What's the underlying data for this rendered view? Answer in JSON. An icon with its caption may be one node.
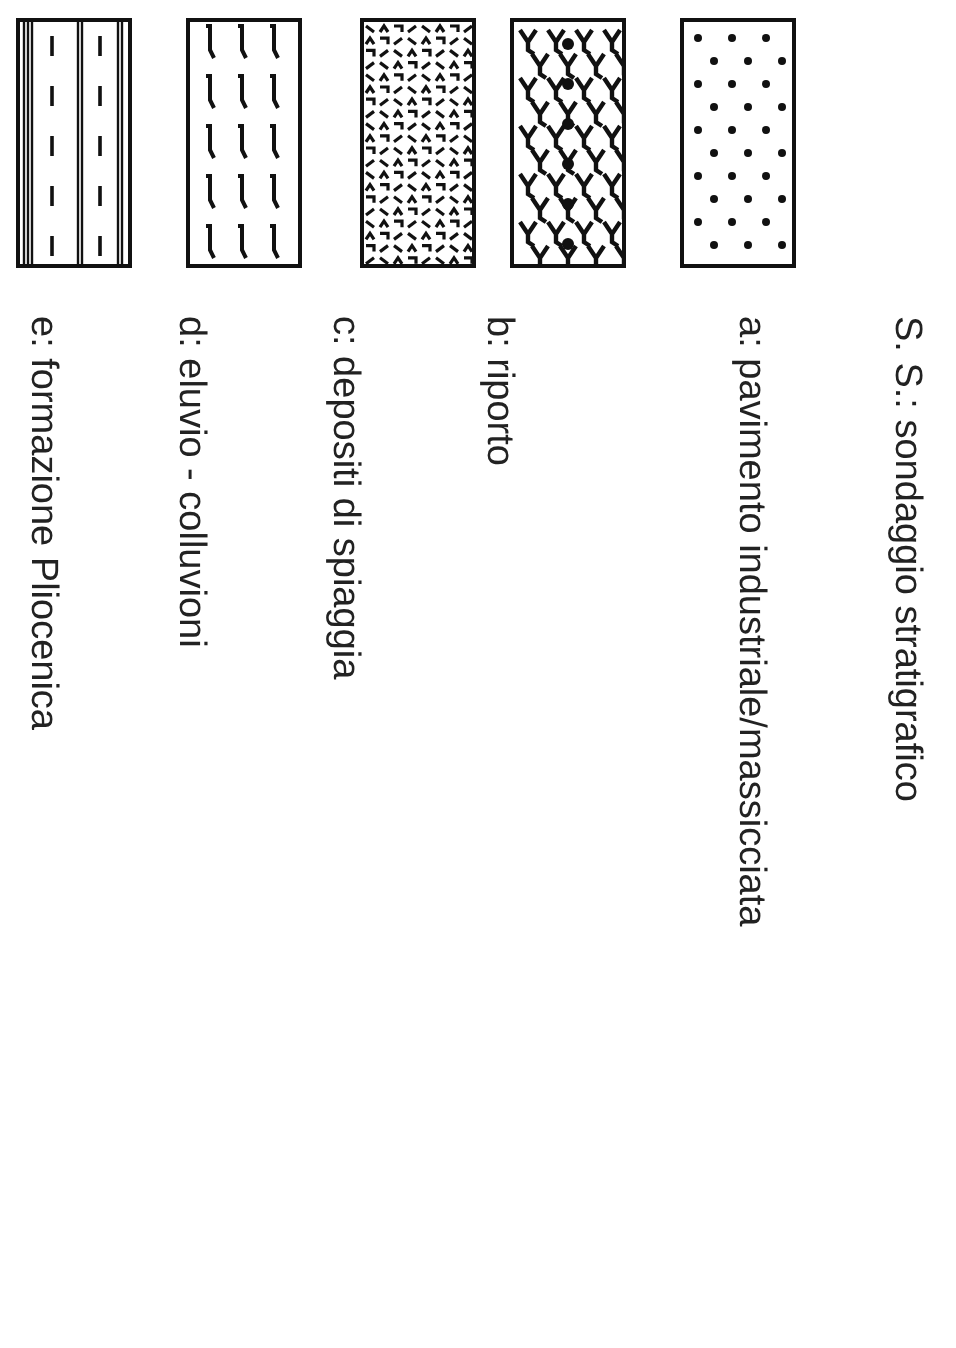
{
  "diagram": {
    "labels": [
      "S. S.: sondaggio stratigrafico"
    ],
    "legend": [
      {
        "text": "a: pavimento industriale/massicciata"
      },
      {
        "text": "b: riporto"
      },
      {
        "text": "c: depositi di spiaggia"
      },
      {
        "text": "d: eluvio - colluvioni"
      },
      {
        "text": "e: formazione Pliocenica"
      }
    ]
  }
}
